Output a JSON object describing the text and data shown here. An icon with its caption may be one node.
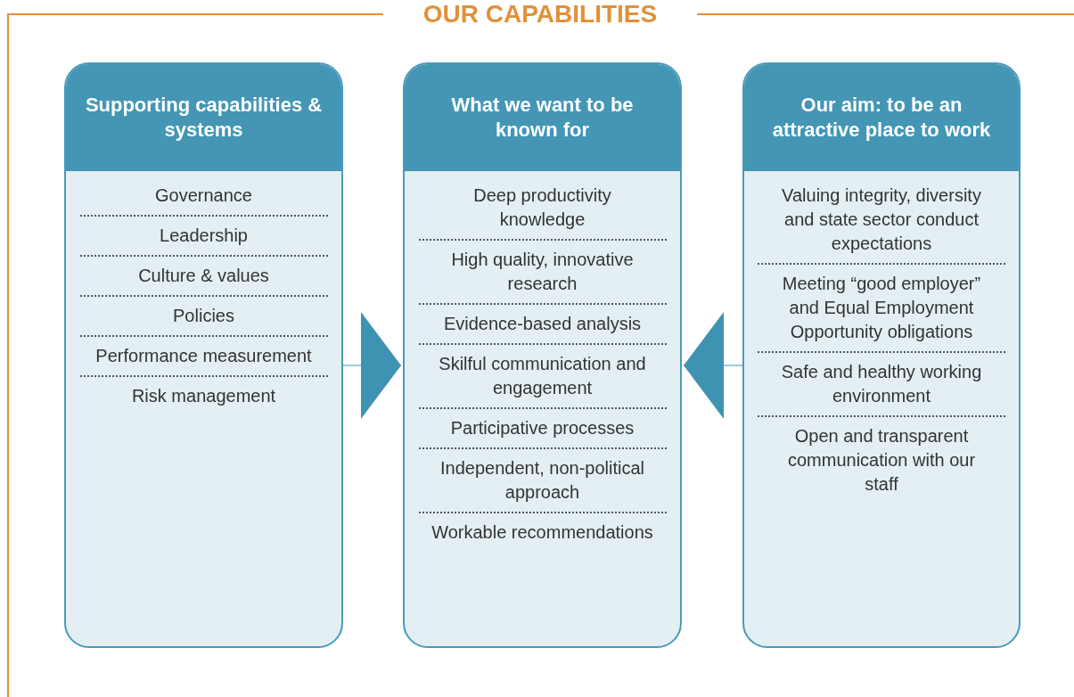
{
  "diagram": {
    "title": "OUR CAPABILITIES",
    "nodes": [
      {
        "text": [
          "Supporting capabilities & systems",
          "Governance",
          "Leadership",
          "Culture & values",
          "Policies",
          "Performance measurement",
          "Risk management"
        ]
      },
      {
        "text": [
          "What we want to be known for",
          "Deep productivity knowledge",
          "High quality, innovative research",
          "Evidence-based analysis",
          "Skilful communication and engagement",
          "Participative processes",
          "Independent, non-political approach",
          "Workable recommendations"
        ]
      },
      {
        "text": [
          "Our aim: to be an attractive place to work",
          "Valuing integrity, diversity and state sector conduct expectations",
          "Meeting “good employer” and Equal Employment Opportunity obligations",
          "Safe and healthy working environment",
          "Open and transparent communication with our staff"
        ]
      }
    ],
    "edges": [
      {
        "from": 0,
        "to": 1,
        "arrow": "to"
      },
      {
        "from": 2,
        "to": 1,
        "arrow": "to"
      }
    ]
  }
}
